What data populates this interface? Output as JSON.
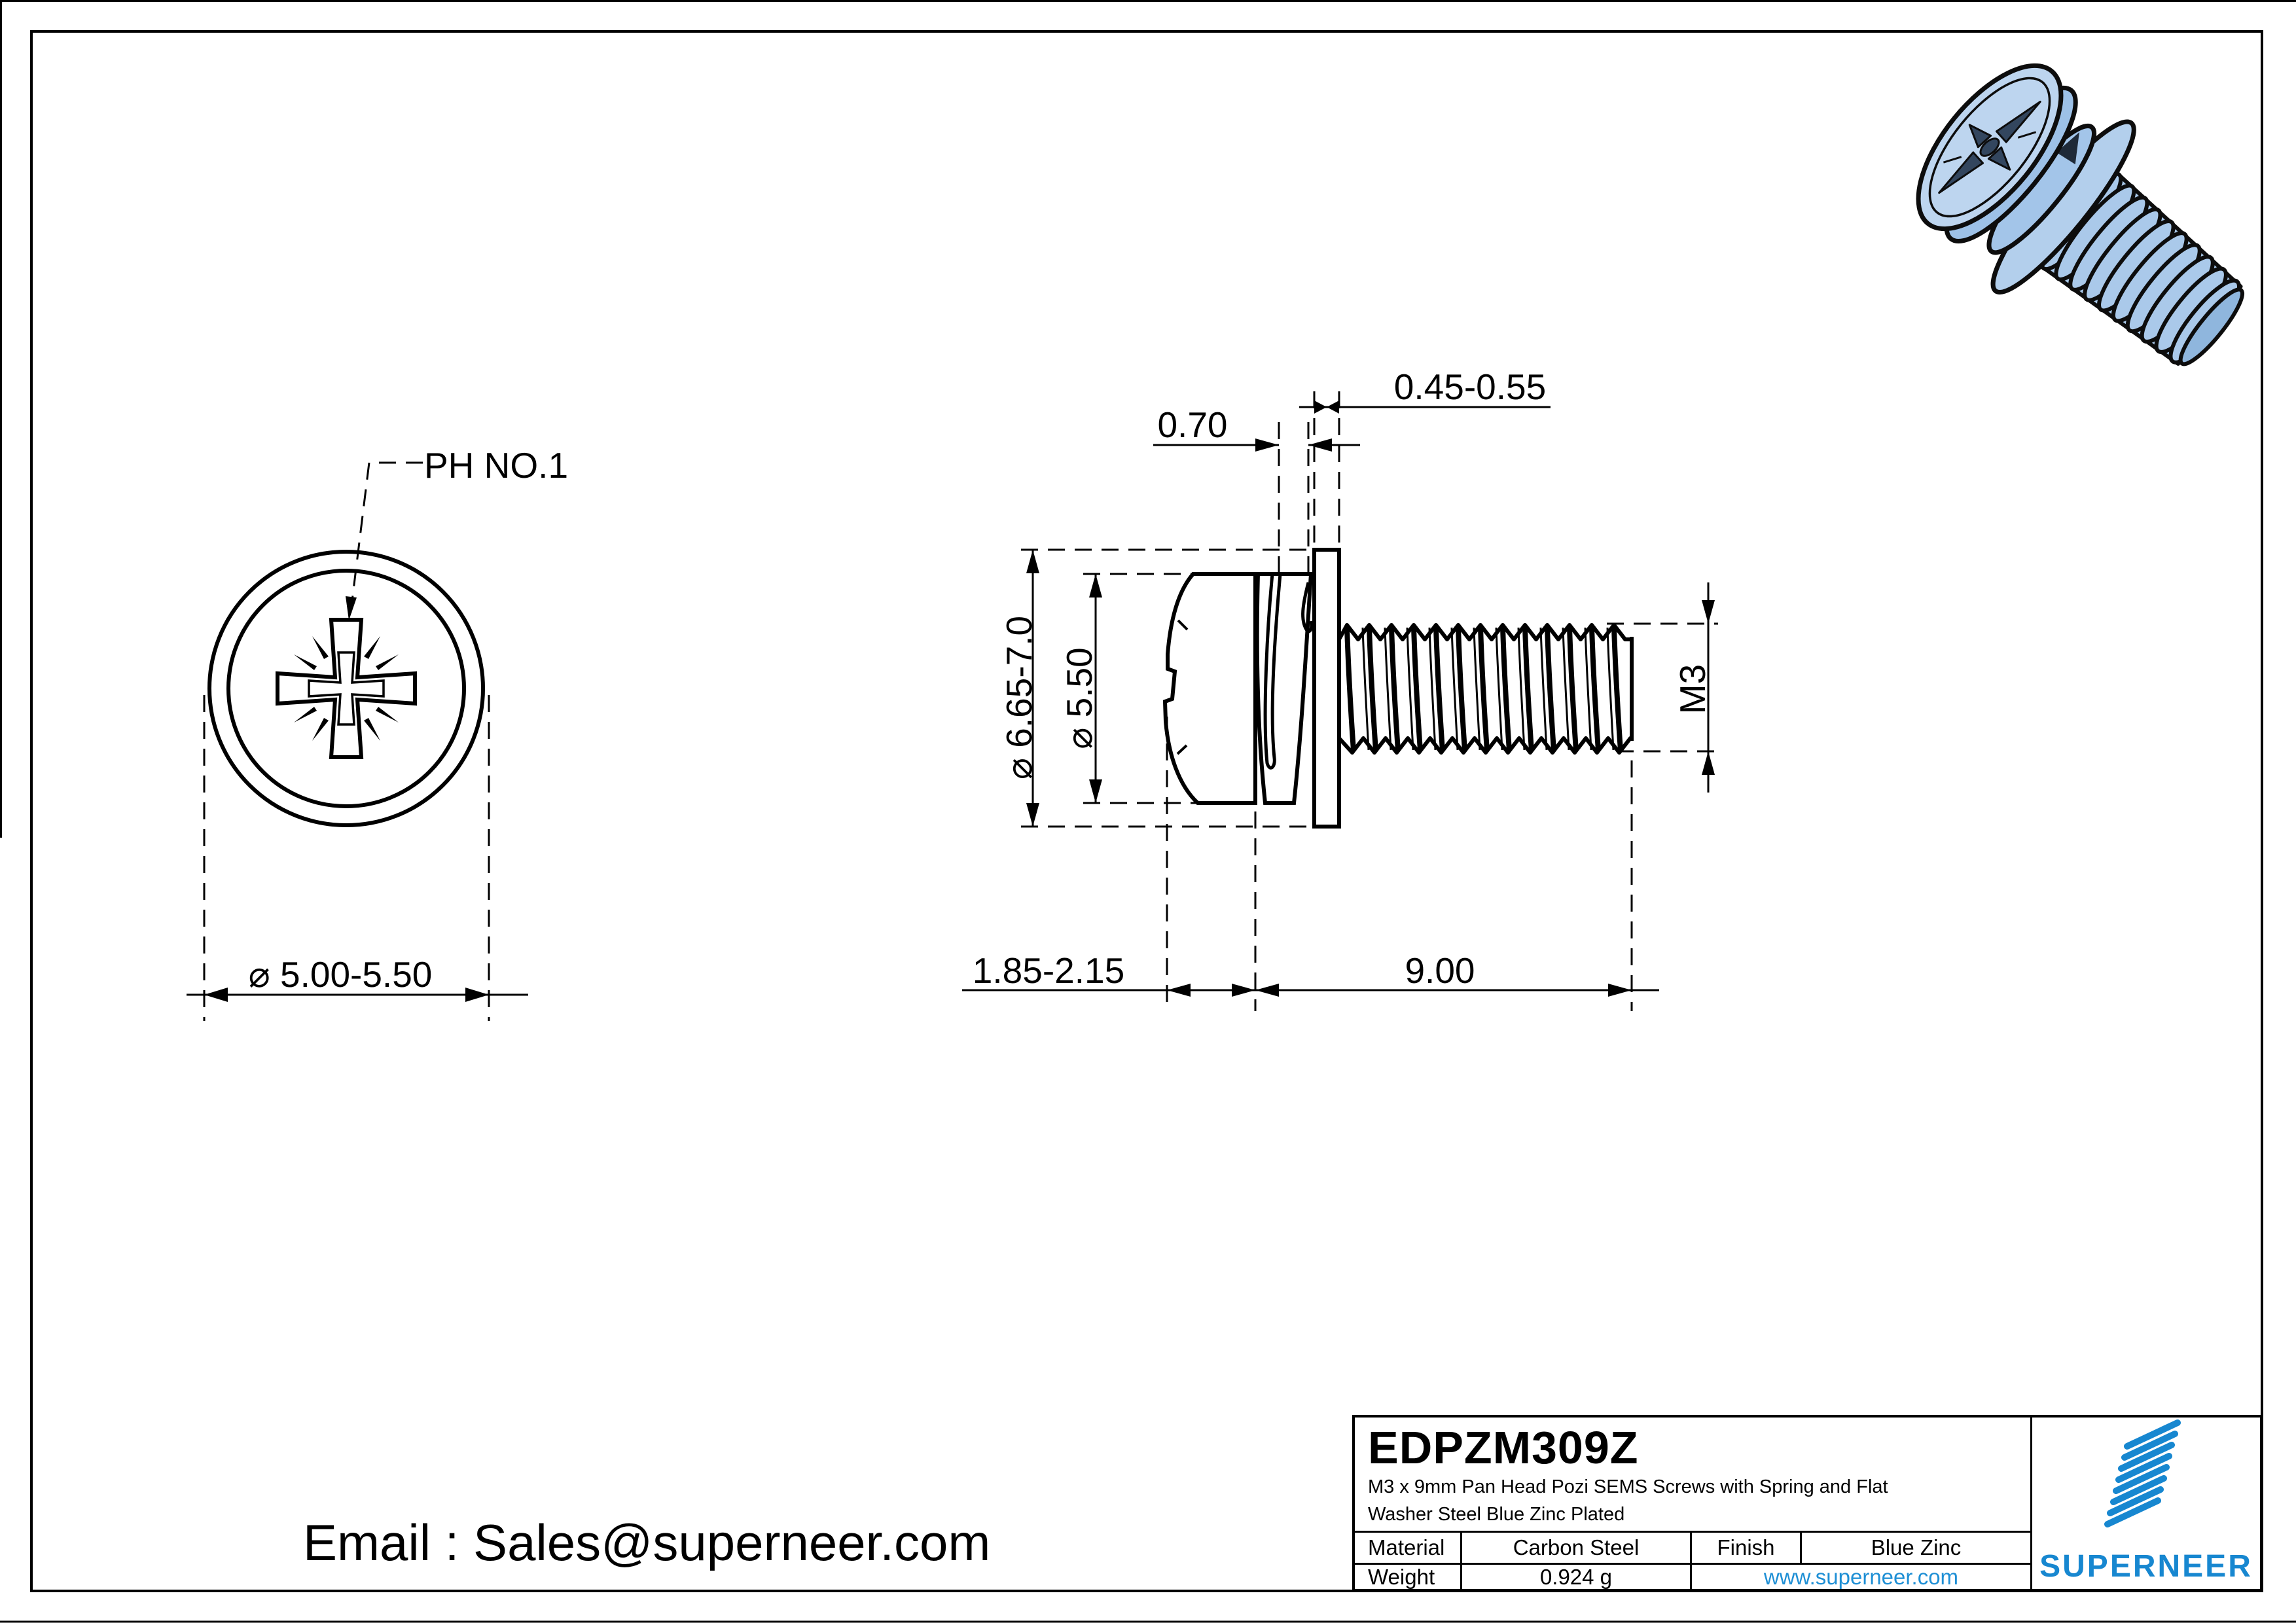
{
  "front_view": {
    "callout": "PH NO.1",
    "dim_head_diameter": "⌀ 5.00-5.50"
  },
  "side_view": {
    "dim_spring_washer_width": "0.70",
    "dim_flat_washer_thickness": "0.45-0.55",
    "dim_flat_washer_od": "⌀ 6.65-7.0",
    "dim_head_od": "⌀ 5.50",
    "dim_thread": "M3",
    "dim_head_height": "1.85-2.15",
    "dim_length": "9.00"
  },
  "title_block": {
    "part_number": "EDPZM309Z",
    "description_line1": "M3 x 9mm Pan Head Pozi SEMS Screws with Spring and Flat",
    "description_line2": "Washer Steel Blue Zinc Plated",
    "material_label": "Material",
    "material_value": "Carbon Steel",
    "finish_label": "Finish",
    "finish_value": "Blue Zinc",
    "weight_label": "Weight",
    "weight_value": "0.924 g",
    "website": "www.superneer.com",
    "brand": "SUPERNEER"
  },
  "footer": {
    "email": "Email : Sales@superneer.com"
  },
  "colors": {
    "brand_blue": "#1787d0",
    "link_blue": "#1e8fd5",
    "drawing_line": "#000000",
    "screw_body_blue": "#aac9ea",
    "screw_shade_blue": "#8fb6dd",
    "recess_dark": "#33465e"
  }
}
